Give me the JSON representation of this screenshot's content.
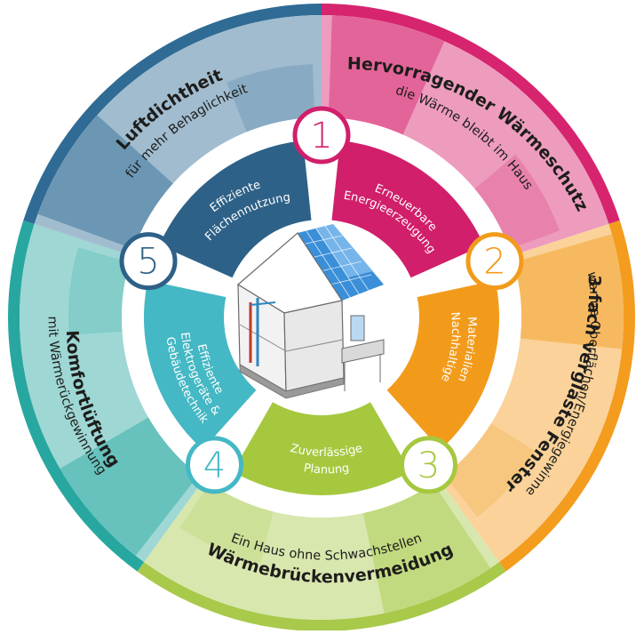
{
  "outer_ring": [
    {
      "title": "Hervorragender Wärmeschutz",
      "subtitle": "die Wärme bleibt im Haus",
      "color": "#d6246f"
    },
    {
      "title": "3-fach verglaste Fenster",
      "subtitle": "warme Oberflächen/Energiegewinne",
      "color": "#f39c1e"
    },
    {
      "title": "Wärmebrückenvermeidung",
      "subtitle": "Ein Haus ohne Schwachstellen",
      "color": "#a8c94a"
    },
    {
      "title": "Komfortlüftung",
      "subtitle": "mit Wärmerückgewinnung",
      "color": "#27a7a0"
    },
    {
      "title": "Luftdichtheit",
      "subtitle": "für mehr Behaglichkeit",
      "color": "#2f6b94"
    }
  ],
  "inner_ring": [
    {
      "number": "1",
      "line1": "Erneuerbare",
      "line2": "Energieerzeugung",
      "color": "#d11f6b"
    },
    {
      "number": "2",
      "line1": "Nachhaltige",
      "line2": "Materialien",
      "color": "#f29b1b"
    },
    {
      "number": "3",
      "line1": "Zuverlässige",
      "line2": "Planung",
      "color": "#a6c83f"
    },
    {
      "number": "4",
      "line1": "Effiziente",
      "line2": "Elektrogeräte &",
      "line3": "Gebäudetechnik",
      "color": "#44b8c4"
    },
    {
      "number": "5",
      "line1": "Effiziente",
      "line2": "Flächennutzung",
      "color": "#2e6187"
    }
  ]
}
